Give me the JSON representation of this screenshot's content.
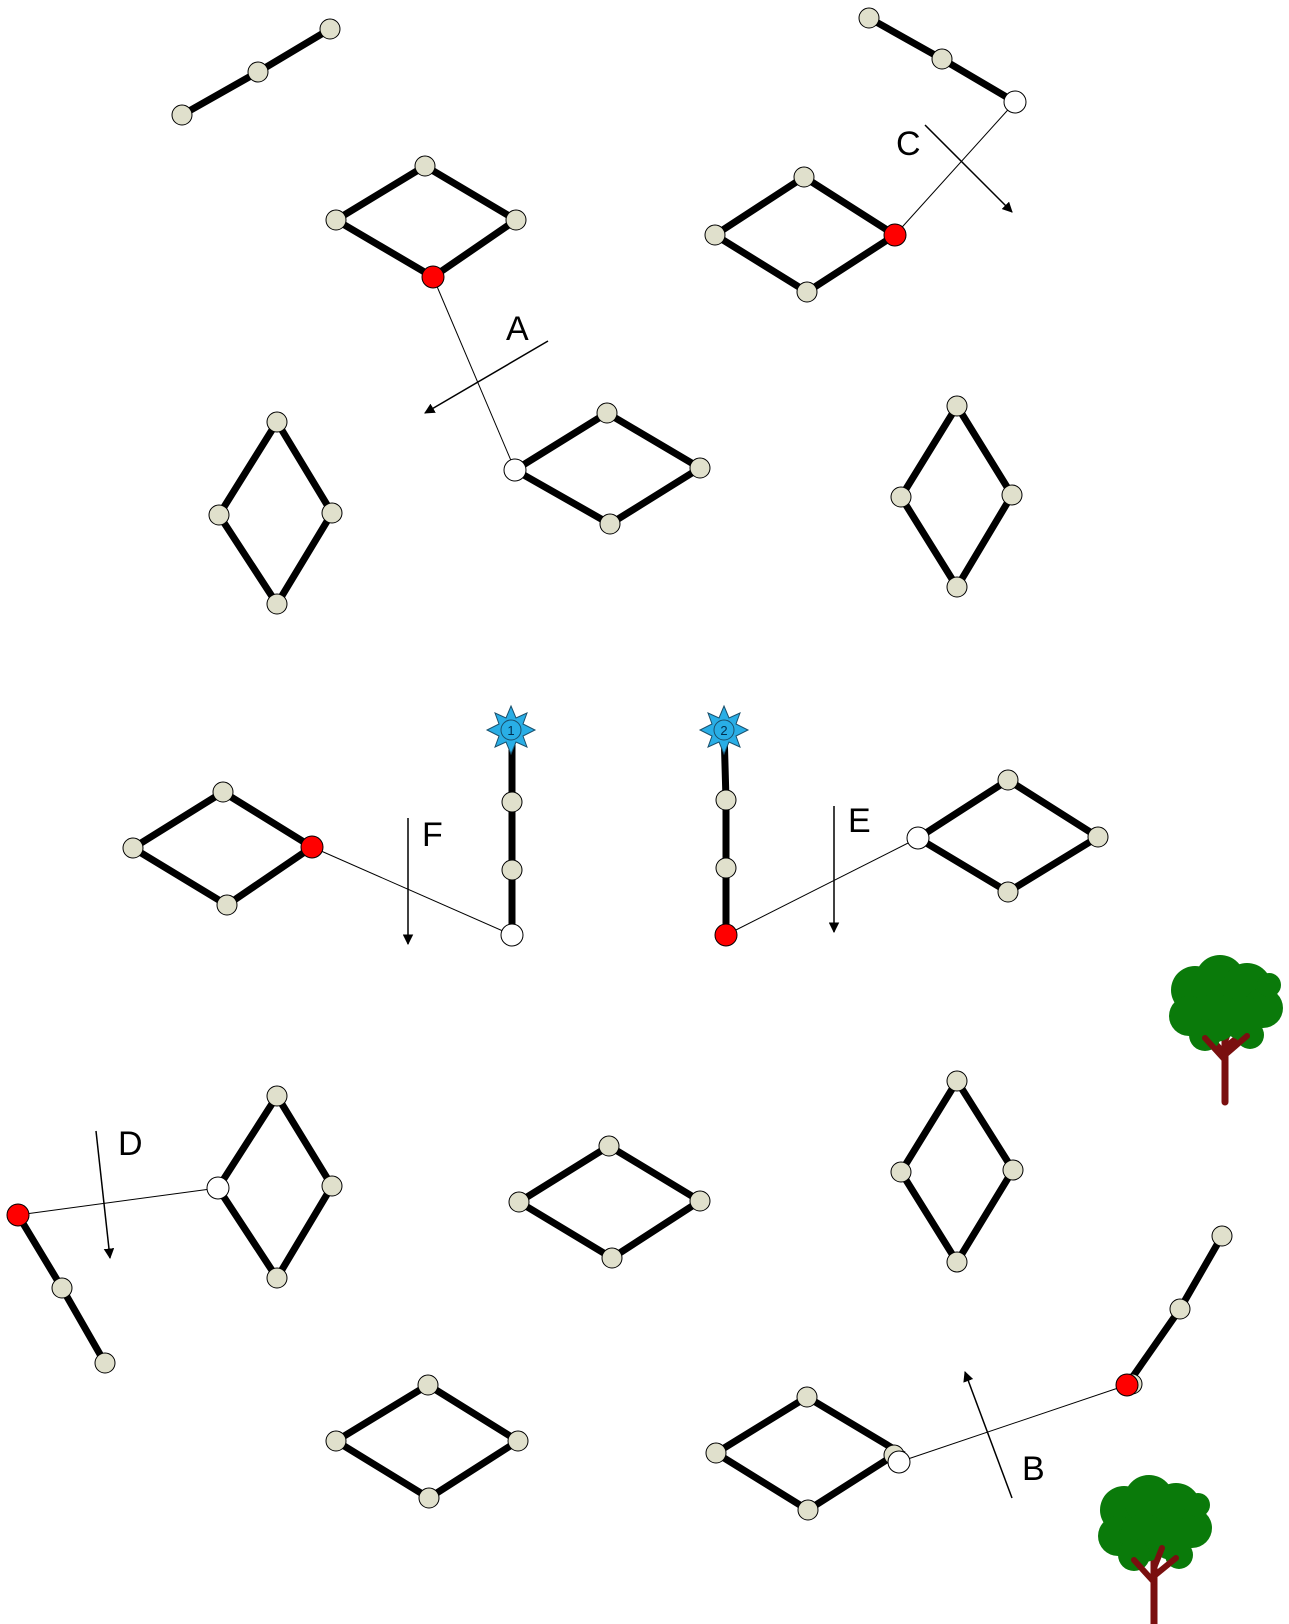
{
  "labels": {
    "a": "A",
    "b": "B",
    "c": "C",
    "d": "D",
    "e": "E",
    "f": "F"
  },
  "anchors": {
    "one": "1",
    "two": "2"
  },
  "colors": {
    "edge": "#000000",
    "node_fill": "#e0e0cc",
    "node_highlight": "#ff0000",
    "node_open": "#ffffff",
    "anchor": "#29aee6",
    "tree_foliage": "#0a7a0a",
    "tree_trunk": "#7a0f0f"
  },
  "icons": [
    "star-anchor-icon",
    "tree-icon"
  ]
}
